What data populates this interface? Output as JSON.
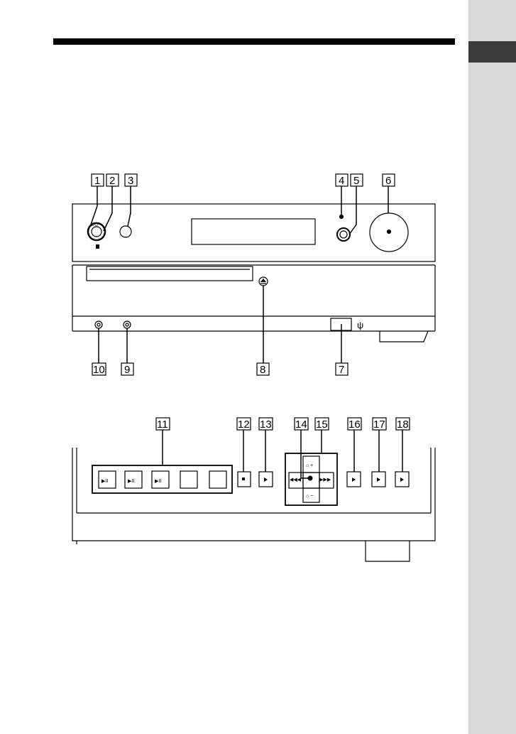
{
  "callouts": {
    "n1": "1",
    "n2": "2",
    "n3": "3",
    "n4": "4",
    "n5": "5",
    "n6": "6",
    "n7": "7",
    "n8": "8",
    "n9": "9",
    "n10": "10",
    "n11": "11",
    "n12": "12",
    "n13": "13",
    "n14": "14",
    "n15": "15",
    "n16": "16",
    "n17": "17",
    "n18": "18"
  },
  "icons": {
    "power": "power-icon",
    "remote_sensor": "remote-sensor-icon",
    "eject": "eject-icon",
    "usb": "usb-icon",
    "play_pause": "play-pause-icon",
    "stop": "stop-icon",
    "prev": "previous-icon",
    "next": "next-icon",
    "folder_plus": "folder-plus-icon",
    "folder_minus": "folder-minus-icon"
  },
  "colors": {
    "line": "#000000",
    "tab": "#d9d9d9",
    "tab_mark": "#3c3c3c",
    "background": "#ffffff"
  }
}
